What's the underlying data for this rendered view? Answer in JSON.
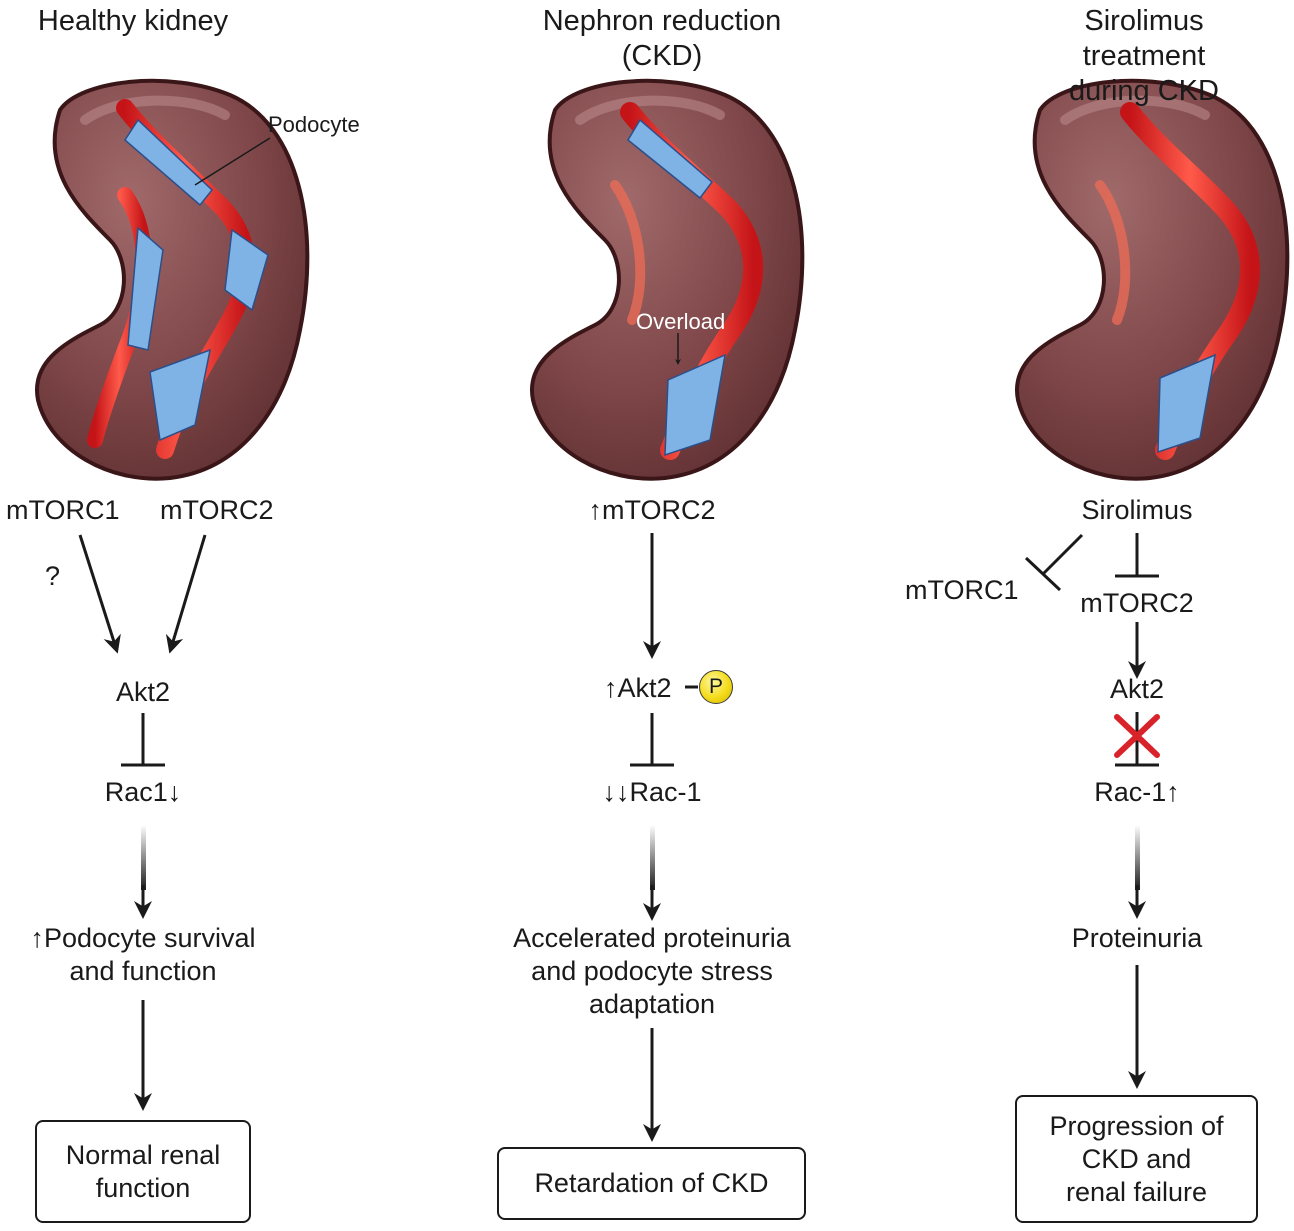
{
  "columns": [
    {
      "title": "Healthy kidney",
      "callout": "Podocyte",
      "nodes": {
        "mtorc1": "mTORC1",
        "mtorc2": "mTORC2",
        "question": "?",
        "akt2": "Akt2",
        "rac1": "Rac1↓",
        "effect_line1": "↑Podocyte survival",
        "effect_line2": "and function"
      },
      "outcome": [
        "Normal renal",
        "function"
      ]
    },
    {
      "title_line1": "Nephron reduction",
      "title_line2": "(CKD)",
      "callout": "Overload",
      "nodes": {
        "mtorc2": "↑mTORC2",
        "akt2": "↑Akt2",
        "phospho": "P",
        "rac1": "↓↓Rac-1",
        "effect_line1": "Accelerated proteinuria",
        "effect_line2": "and podocyte stress",
        "effect_line3": "adaptation"
      },
      "outcome": [
        "Retardation of CKD"
      ]
    },
    {
      "title_line1": "Sirolimus treatment",
      "title_line2": "during CKD",
      "nodes": {
        "drug": "Sirolimus",
        "mtorc1": "mTORC1",
        "mtorc2": "mTORC2",
        "akt2": "Akt2",
        "rac1": "Rac-1↑",
        "effect_line1": "Proteinuria"
      },
      "outcome": [
        "Progression of",
        "CKD and",
        "renal failure"
      ]
    }
  ],
  "colors": {
    "kidney": "#7a4244",
    "vessel": "#e4262a",
    "podocyte": "#7fb3e6",
    "block_x": "#d8232a",
    "phospho": "#f4dc1a"
  }
}
